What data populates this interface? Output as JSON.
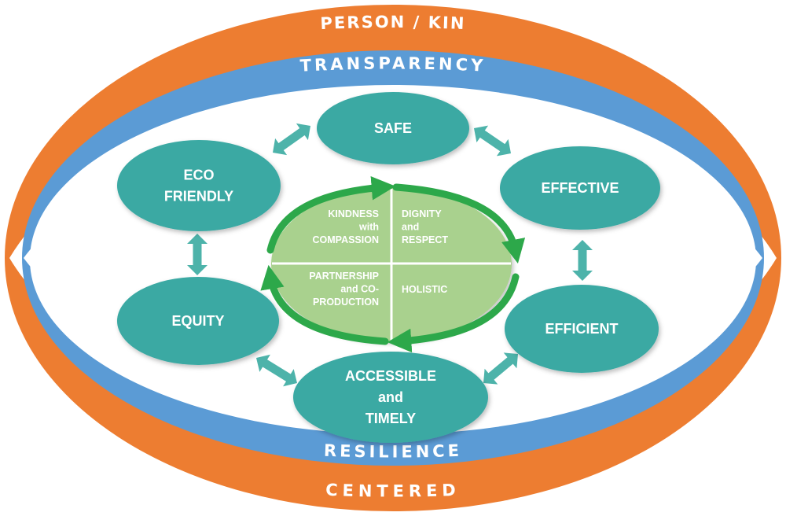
{
  "bands": {
    "outer_top": "PERSON / KIN",
    "inner_top": "TRANSPARENCY",
    "inner_bottom": "RESILIENCE",
    "outer_bottom": "CENTERED"
  },
  "nodes": {
    "safe": [
      "SAFE"
    ],
    "effective": [
      "EFFECTIVE"
    ],
    "efficient": [
      "EFFICIENT"
    ],
    "accessible": [
      "ACCESSIBLE",
      "and",
      "TIMELY"
    ],
    "equity": [
      "EQUITY"
    ],
    "eco": [
      "ECO",
      "FRIENDLY"
    ]
  },
  "quadrants": {
    "top_left": [
      "KINDNESS",
      "with",
      "COMPASSION"
    ],
    "top_right": [
      "DIGNITY",
      "and",
      "RESPECT"
    ],
    "bottom_left": [
      "PARTNERSHIP",
      "and CO-",
      "PRODUCTION"
    ],
    "bottom_right": [
      "HOLISTIC"
    ]
  },
  "colors": {
    "outer_band": "#ED7D31",
    "inner_band": "#5B9BD5",
    "node_fill": "#3AA9A3",
    "arrow_fill": "#4DB3AA",
    "core_fill": "#A9D18E",
    "core_arrow": "#2DA84A"
  }
}
